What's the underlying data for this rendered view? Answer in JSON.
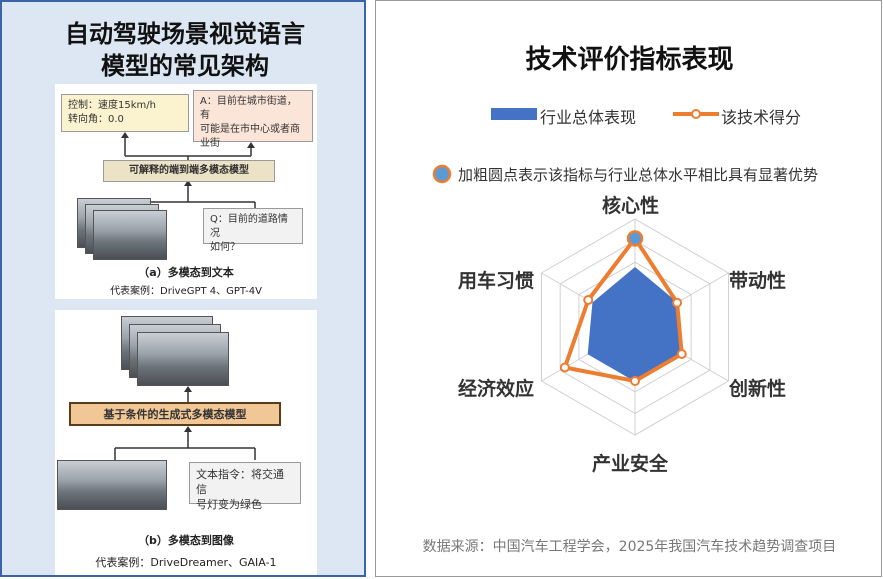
{
  "left": {
    "title_line1": "自动驾驶场景视觉语言",
    "title_line2": "模型的常见架构",
    "fig_a": {
      "control_line1": "控制：速度15km/h",
      "control_line2": "转向角：0.0",
      "answer_line1": "A：目前在城市街道，有",
      "answer_line2": "可能是在市中心或者商",
      "answer_line3": "业街",
      "model_label": "可解释的端到端多模态模型",
      "question_line1": "Q：目前的道路情况",
      "question_line2": "如何？",
      "caption": "（a）多模态到文本",
      "examples": "代表案例：DriveGPT 4、GPT-4V"
    },
    "fig_b": {
      "model_label": "基于条件的生成式多模态模型",
      "instruction_line1": "文本指令：将交通信",
      "instruction_line2": "号灯变为绿色",
      "caption": "（b）多模态到图像",
      "examples": "代表案例：DriveDreamer、GAIA-1"
    }
  },
  "chart_data": {
    "type": "radar",
    "title": "技术评价指标表现",
    "categories": [
      "核心性",
      "带动性",
      "创新性",
      "产业安全",
      "经济效应",
      "用车习惯"
    ],
    "range": [
      0,
      1
    ],
    "series": [
      {
        "name": "行业总体表现",
        "values": [
          0.55,
          0.45,
          0.5,
          0.5,
          0.5,
          0.45
        ],
        "color": "#4472c4",
        "style": "area"
      },
      {
        "name": "该技术得分",
        "values": [
          0.82,
          0.45,
          0.5,
          0.5,
          0.75,
          0.5
        ],
        "color": "#ed7d31",
        "style": "line-marker"
      }
    ],
    "highlighted": [
      "核心性"
    ],
    "highlight_color": "#5b9bd5",
    "note": "加粗圆点表示该指标与行业总体水平相比具有显著优势",
    "rings": 5,
    "source": "数据来源：中国汽车工程学会，2025年我国汽车技术趋势调查项目"
  }
}
